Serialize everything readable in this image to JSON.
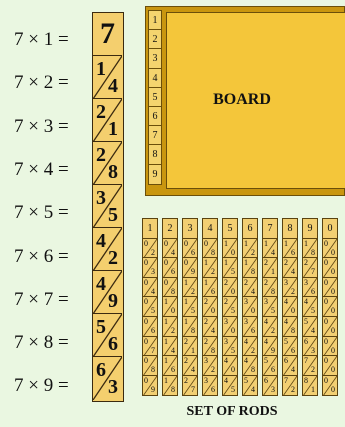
{
  "multiplication_table": {
    "equations": [
      "7 × 1 =",
      "7 × 2 =",
      "7 × 3 =",
      "7 × 4 =",
      "7 × 5 =",
      "7 × 6 =",
      "7 × 7 =",
      "7 × 8 =",
      "7 × 9 ="
    ]
  },
  "rod_seven": {
    "head": "7",
    "cells": [
      {
        "tens": "1",
        "units": "4"
      },
      {
        "tens": "2",
        "units": "1"
      },
      {
        "tens": "2",
        "units": "8"
      },
      {
        "tens": "3",
        "units": "5"
      },
      {
        "tens": "4",
        "units": "2"
      },
      {
        "tens": "4",
        "units": "9"
      },
      {
        "tens": "5",
        "units": "6"
      },
      {
        "tens": "6",
        "units": "3"
      }
    ]
  },
  "board": {
    "label": "BOARD",
    "scale": [
      "1",
      "2",
      "3",
      "4",
      "5",
      "6",
      "7",
      "8",
      "9"
    ]
  },
  "rods_set": {
    "label": "SET OF RODS",
    "heads": [
      "1",
      "2",
      "3",
      "4",
      "5",
      "6",
      "7",
      "8",
      "9",
      "0"
    ]
  },
  "colors": {
    "background": "#eaf7e1",
    "rod_fill": "#f4cf6e",
    "board_fill": "#f4c63a",
    "frame": "#c9960f",
    "outline": "#3b2a10"
  }
}
